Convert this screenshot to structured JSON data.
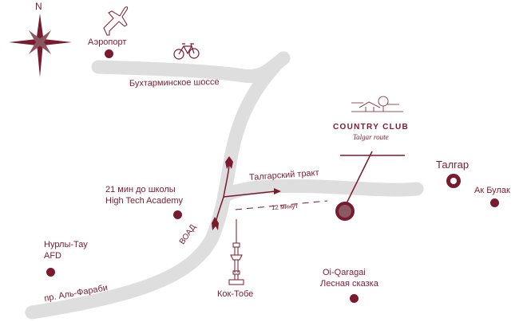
{
  "compass": {
    "north_label": "N"
  },
  "places": {
    "airport": "Аэропорт",
    "school_line1": "21 мин до школы",
    "school_line2": "High Tech Academy",
    "nurly_line1": "Нурлы-Тау",
    "nurly_line2": "AFD",
    "koktobe": "Кок-Тобе",
    "talgar": "Талгар",
    "akbulak": "Ак Булак",
    "oiq_line1": "Oi-Qaragai",
    "oiq_line2": "Лесная сказка"
  },
  "roads": {
    "bukhtarma": "Бухтарминское шоссе",
    "talgar_tract": "Талгарский тракт",
    "voad": "ВОАД",
    "alfarabi": "пр. Аль-Фараби"
  },
  "route": {
    "time": "12 минут"
  },
  "logo": {
    "title": "COUNTRY CLUB",
    "subtitle": "Talgar route"
  },
  "colors": {
    "accent": "#7a1a2e",
    "road": "#dedede"
  }
}
